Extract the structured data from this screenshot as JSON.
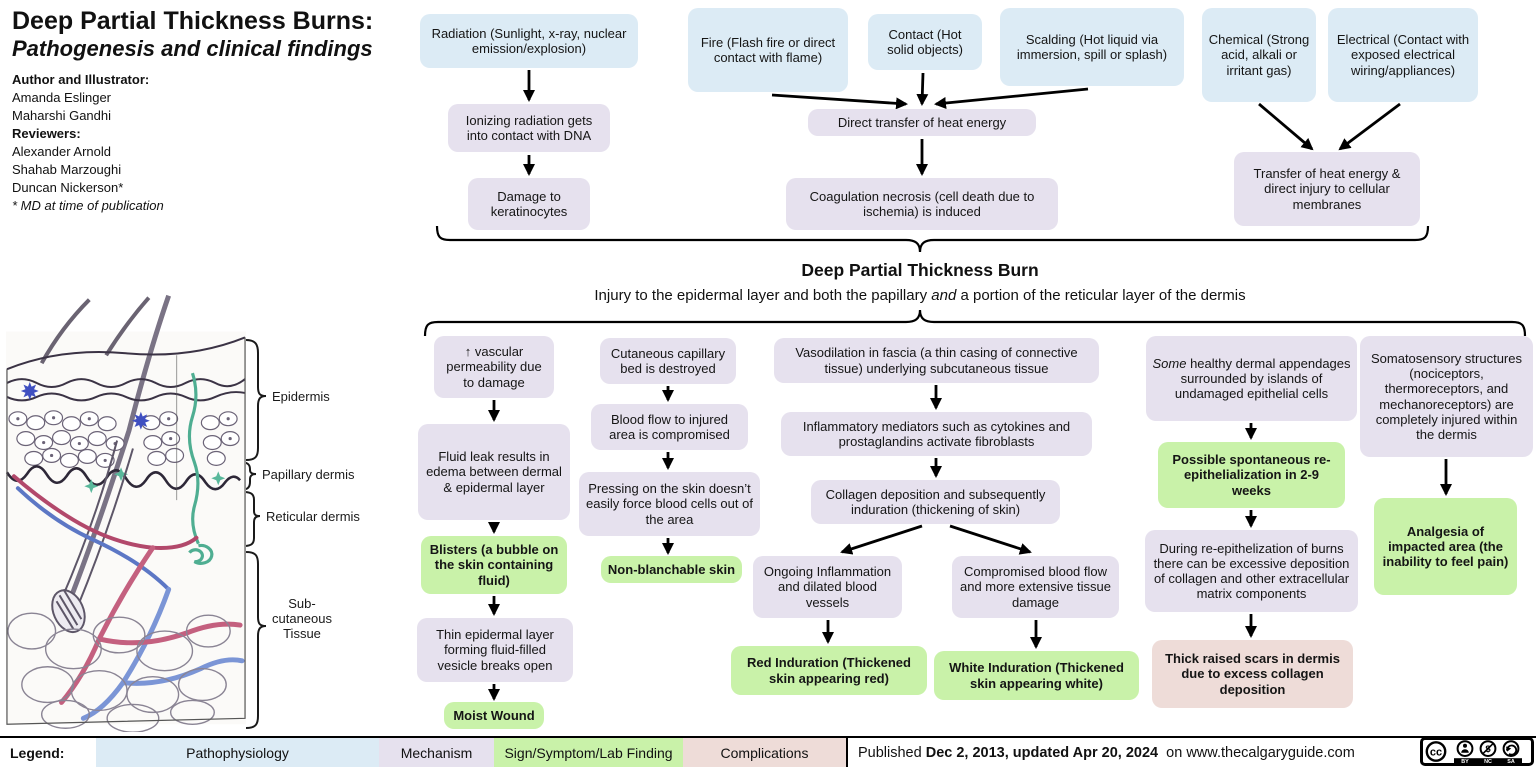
{
  "header": {
    "title": "Deep Partial Thickness Burns:",
    "subtitle": "Pathogenesis and clinical findings",
    "author_label": "Author and Illustrator:",
    "author1": "Amanda Eslinger",
    "author2": "Maharshi Gandhi",
    "reviewers_label": "Reviewers:",
    "reviewer1": "Alexander Arnold",
    "reviewer2": "Shahab Marzoughi",
    "reviewer3": "Duncan Nickerson*",
    "footnote": "* MD at time of publication"
  },
  "anatomy": {
    "label_epidermis": "Epidermis",
    "label_papillary": "Papillary dermis",
    "label_reticular": "Reticular dermis",
    "label_subcutaneous": "Sub-\ncutaneous\nTissue"
  },
  "center": {
    "title": "Deep Partial Thickness Burn",
    "subtitle_pre": "Injury to the epidermal layer and both the papillary ",
    "subtitle_italic": "and",
    "subtitle_post": " a portion of the reticular layer of the dermis"
  },
  "causes": {
    "radiation": "Radiation (Sunlight, x-ray, nuclear emission/explosion)",
    "fire": "Fire (Flash fire or direct contact with flame)",
    "contact": "Contact (Hot solid objects)",
    "scalding": "Scalding (Hot liquid via immersion, spill or splash)",
    "chemical": "Chemical (Strong acid, alkali or irritant gas)",
    "electrical": "Electrical (Contact with exposed electrical wiring/appliances)"
  },
  "mechanisms": {
    "ionizing": "Ionizing radiation gets into contact with DNA",
    "direct_transfer": "Direct transfer of heat energy",
    "damage_keratinocytes": "Damage to keratinocytes",
    "coagulation_necrosis": "Coagulation necrosis (cell death due to ischemia) is induced",
    "transfer_heat": "Transfer of heat energy & direct injury to cellular membranes",
    "vascular_permeability": "↑ vascular permeability due to damage",
    "fluid_leak": "Fluid leak results in edema between dermal & epidermal layer",
    "thin_epidermal": "Thin epidermal layer forming fluid-filled vesicle breaks open",
    "cutaneous_capillary": "Cutaneous capillary bed is destroyed",
    "blood_flow": "Blood flow to injured area is compromised",
    "pressing_skin": "Pressing on the skin doesn’t easily force blood cells out of the area",
    "vasodilation": "Vasodilation in fascia (a thin casing of connective tissue) underlying subcutaneous tissue",
    "inflammatory_mediators": "Inflammatory mediators such as cytokines and prostaglandins activate fibroblasts",
    "collagen_deposition": "Collagen deposition and subsequently induration (thickening of skin)",
    "ongoing_inflammation": "Ongoing Inflammation and dilated blood vessels",
    "compromised_blood": "Compromised blood flow and more extensive tissue damage",
    "some_healthy_italic": "Some",
    "some_healthy_rest": " healthy dermal appendages surrounded by islands of undamaged epithelial cells",
    "during_reepithelization": "During re-epithelization of burns there can be excessive deposition of collagen and other extracellular matrix components",
    "somatosensory": "Somatosensory structures (nociceptors, thermoreceptors, and mechanoreceptors) are completely injured within the dermis"
  },
  "signs": {
    "blisters": "Blisters (a bubble on the skin containing fluid)",
    "moist_wound": "Moist Wound",
    "non_blanchable": "Non-blanchable skin",
    "red_induration": "Red Induration (Thickened skin appearing red)",
    "white_induration": "White Induration (Thickened skin appearing white)",
    "possible_reepithelialization": "Possible spontaneous re-epithelialization in 2-9 weeks",
    "analgesia": "Analgesia of impacted area (the inability to feel pain)"
  },
  "complications": {
    "thick_scars": "Thick raised scars in dermis due to excess collagen deposition"
  },
  "legend": {
    "label": "Legend:",
    "items": [
      {
        "label": "Pathophysiology",
        "color": "#dcebf5"
      },
      {
        "label": "Mechanism",
        "color": "#e6e1ee"
      },
      {
        "label": "Sign/Symptom/Lab Finding",
        "color": "#c9f2a9"
      },
      {
        "label": "Complications",
        "color": "#eedcd8"
      }
    ]
  },
  "footer": {
    "published_prefix": "Published",
    "published_dates": "Dec 2, 2013, updated Apr 20, 2024",
    "published_suffix": "on www.thecalgaryguide.com",
    "license": "CC BY-NC-SA",
    "license_cc": "cc",
    "license_by": "BY",
    "license_nc": "NC",
    "license_sa": "SA"
  },
  "colors": {
    "pathophysiology": "#dcebf5",
    "mechanism": "#e6e1ee",
    "sign_symptom": "#c9f2a9",
    "complication": "#eedcd8",
    "arrow": "#000000"
  }
}
